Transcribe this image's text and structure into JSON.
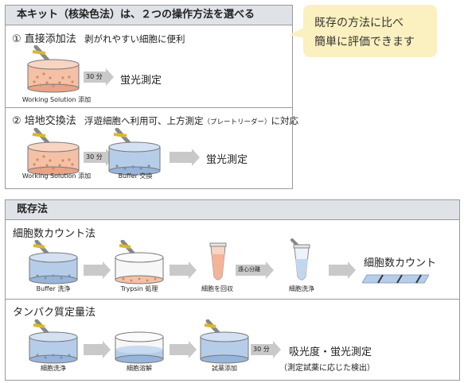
{
  "kit_panel": {
    "title": "本キット（核染色法）は、２つの操作方法を選べる",
    "method1": {
      "number": "①",
      "name": "直接添加法",
      "desc": "剥がれやすい細胞に便利",
      "step_caption": "Working Solution 添加",
      "time": "30 分",
      "result": "蛍光測定"
    },
    "method2": {
      "number": "②",
      "name": "培地交換法",
      "desc_a": "浮遊細胞へ利用可、上方測定",
      "desc_paren": "（プレートリーダー）",
      "desc_b": "に対応",
      "step1_caption": "Working Solution 添加",
      "time": "30 分",
      "step2_caption": "Buffer 交換",
      "result": "蛍光測定"
    }
  },
  "callout": {
    "line1": "既存の方法に比べ",
    "line2": "簡単に評価できます"
  },
  "existing_panel": {
    "title": "既存法",
    "method1": {
      "name": "細胞数カウント法",
      "step1": "Buffer 洗浄",
      "step2": "Trypsin 処理",
      "step3": "細胞を回収",
      "centrifuge": "遠心分離",
      "step4": "細胞洗浄",
      "result": "細胞数カウント"
    },
    "method2": {
      "name": "タンパク質定量法",
      "step1": "細胞洗浄",
      "step2": "細胞溶解",
      "step3": "試薬添加",
      "time": "30 分",
      "result": "吸光度・蛍光測定",
      "note": "（測定試薬に応じた検出）"
    }
  },
  "colors": {
    "pink_fill": "#f4c1a6",
    "blue_fill": "#b6cdea",
    "arrow_gray": "#c9c9c9",
    "header_bg": "#dfe3e8",
    "callout_bg": "#fbf0bf"
  }
}
